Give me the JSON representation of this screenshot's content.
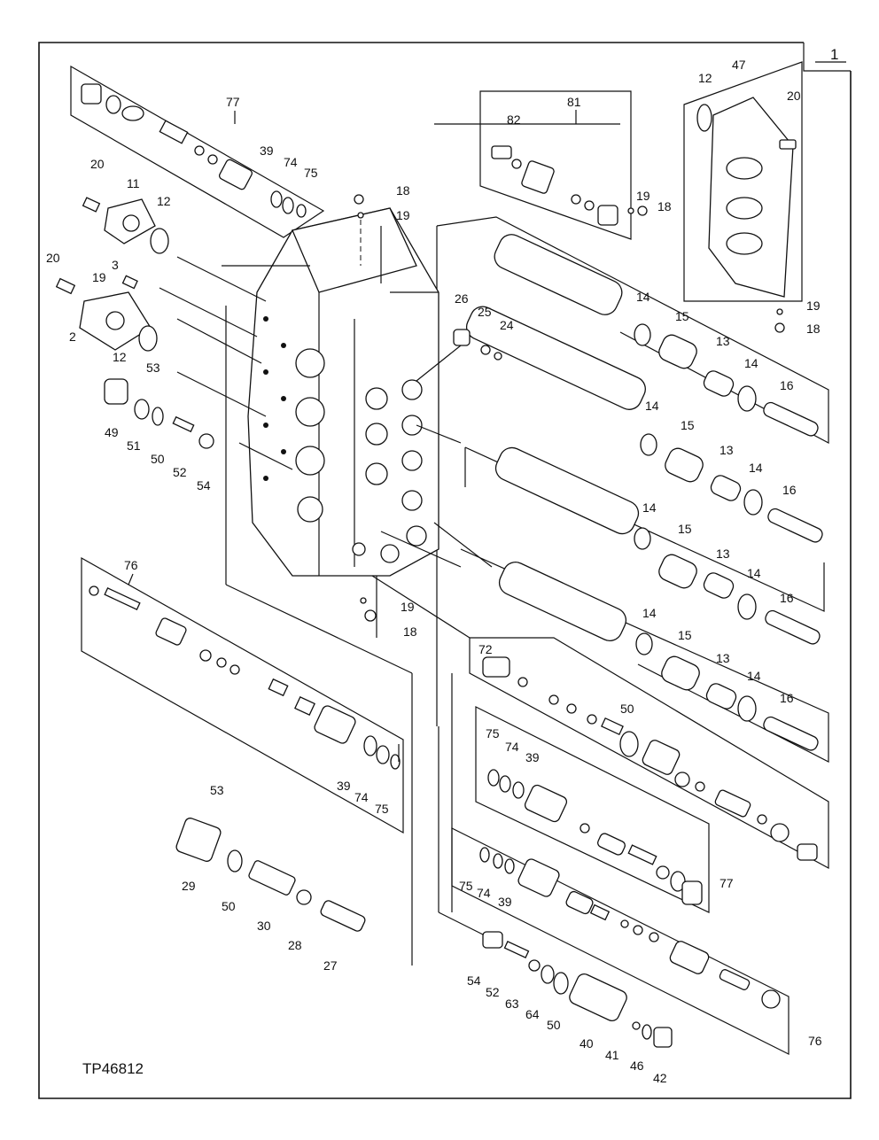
{
  "figure": {
    "reference": "TP46812",
    "item_number": "1"
  },
  "groups": {
    "g77_top": "77",
    "g81": "81",
    "g47": "47",
    "g76_left": "76",
    "g72": "72",
    "g77_mid": "77",
    "g76_bottom": "76"
  },
  "callouts": [
    {
      "text": "77"
    },
    {
      "text": "39"
    },
    {
      "text": "74"
    },
    {
      "text": "75"
    },
    {
      "text": "20"
    },
    {
      "text": "11"
    },
    {
      "text": "12"
    },
    {
      "text": "20"
    },
    {
      "text": "3"
    },
    {
      "text": "19"
    },
    {
      "text": "2"
    },
    {
      "text": "12"
    },
    {
      "text": "53"
    },
    {
      "text": "49"
    },
    {
      "text": "51"
    },
    {
      "text": "50"
    },
    {
      "text": "52"
    },
    {
      "text": "54"
    },
    {
      "text": "18"
    },
    {
      "text": "19"
    },
    {
      "text": "81"
    },
    {
      "text": "82"
    },
    {
      "text": "19"
    },
    {
      "text": "18"
    },
    {
      "text": "12"
    },
    {
      "text": "47"
    },
    {
      "text": "20"
    },
    {
      "text": "19"
    },
    {
      "text": "18"
    },
    {
      "text": "26"
    },
    {
      "text": "25"
    },
    {
      "text": "24"
    },
    {
      "text": "14"
    },
    {
      "text": "15"
    },
    {
      "text": "13"
    },
    {
      "text": "14"
    },
    {
      "text": "16"
    },
    {
      "text": "14"
    },
    {
      "text": "15"
    },
    {
      "text": "13"
    },
    {
      "text": "14"
    },
    {
      "text": "16"
    },
    {
      "text": "14"
    },
    {
      "text": "15"
    },
    {
      "text": "13"
    },
    {
      "text": "14"
    },
    {
      "text": "16"
    },
    {
      "text": "14"
    },
    {
      "text": "15"
    },
    {
      "text": "13"
    },
    {
      "text": "14"
    },
    {
      "text": "16"
    },
    {
      "text": "19"
    },
    {
      "text": "18"
    },
    {
      "text": "76"
    },
    {
      "text": "39"
    },
    {
      "text": "74"
    },
    {
      "text": "75"
    },
    {
      "text": "72"
    },
    {
      "text": "50"
    },
    {
      "text": "75"
    },
    {
      "text": "74"
    },
    {
      "text": "39"
    },
    {
      "text": "53"
    },
    {
      "text": "29"
    },
    {
      "text": "50"
    },
    {
      "text": "30"
    },
    {
      "text": "28"
    },
    {
      "text": "27"
    },
    {
      "text": "75"
    },
    {
      "text": "74"
    },
    {
      "text": "39"
    },
    {
      "text": "77"
    },
    {
      "text": "54"
    },
    {
      "text": "52"
    },
    {
      "text": "63"
    },
    {
      "text": "64"
    },
    {
      "text": "50"
    },
    {
      "text": "40"
    },
    {
      "text": "41"
    },
    {
      "text": "46"
    },
    {
      "text": "42"
    },
    {
      "text": "76"
    }
  ]
}
